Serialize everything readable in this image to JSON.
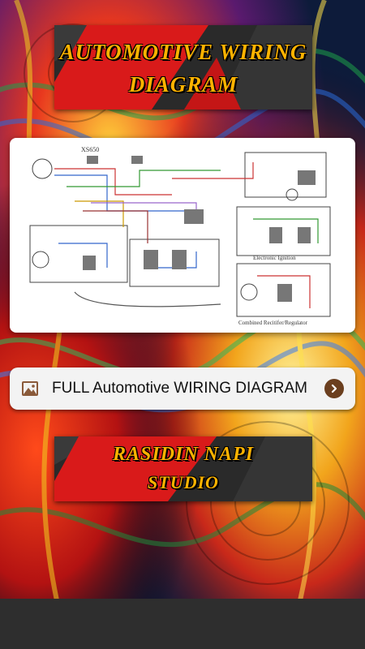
{
  "top_banner": {
    "line1": "AUTOMOTIVE WIRING",
    "line2": "DIAGRAM"
  },
  "diagram": {
    "model": "XS650",
    "caption_ignition": "Electronic Ignition",
    "caption_regulator": "Combined Recitifer/Regulator"
  },
  "full_button": {
    "label": "FULL Automotive WIRING DIAGRAM",
    "icon": "image-icon",
    "arrow_icon": "chevron-right-icon"
  },
  "bottom_banner": {
    "line1": "RASIDIN NAPI",
    "line2": "STUDIO"
  },
  "colors": {
    "banner_text": "#ffb300",
    "banner_red": "#d91a1a",
    "banner_dark": "#2a2a2a",
    "chevron": "#6b3f1f"
  }
}
